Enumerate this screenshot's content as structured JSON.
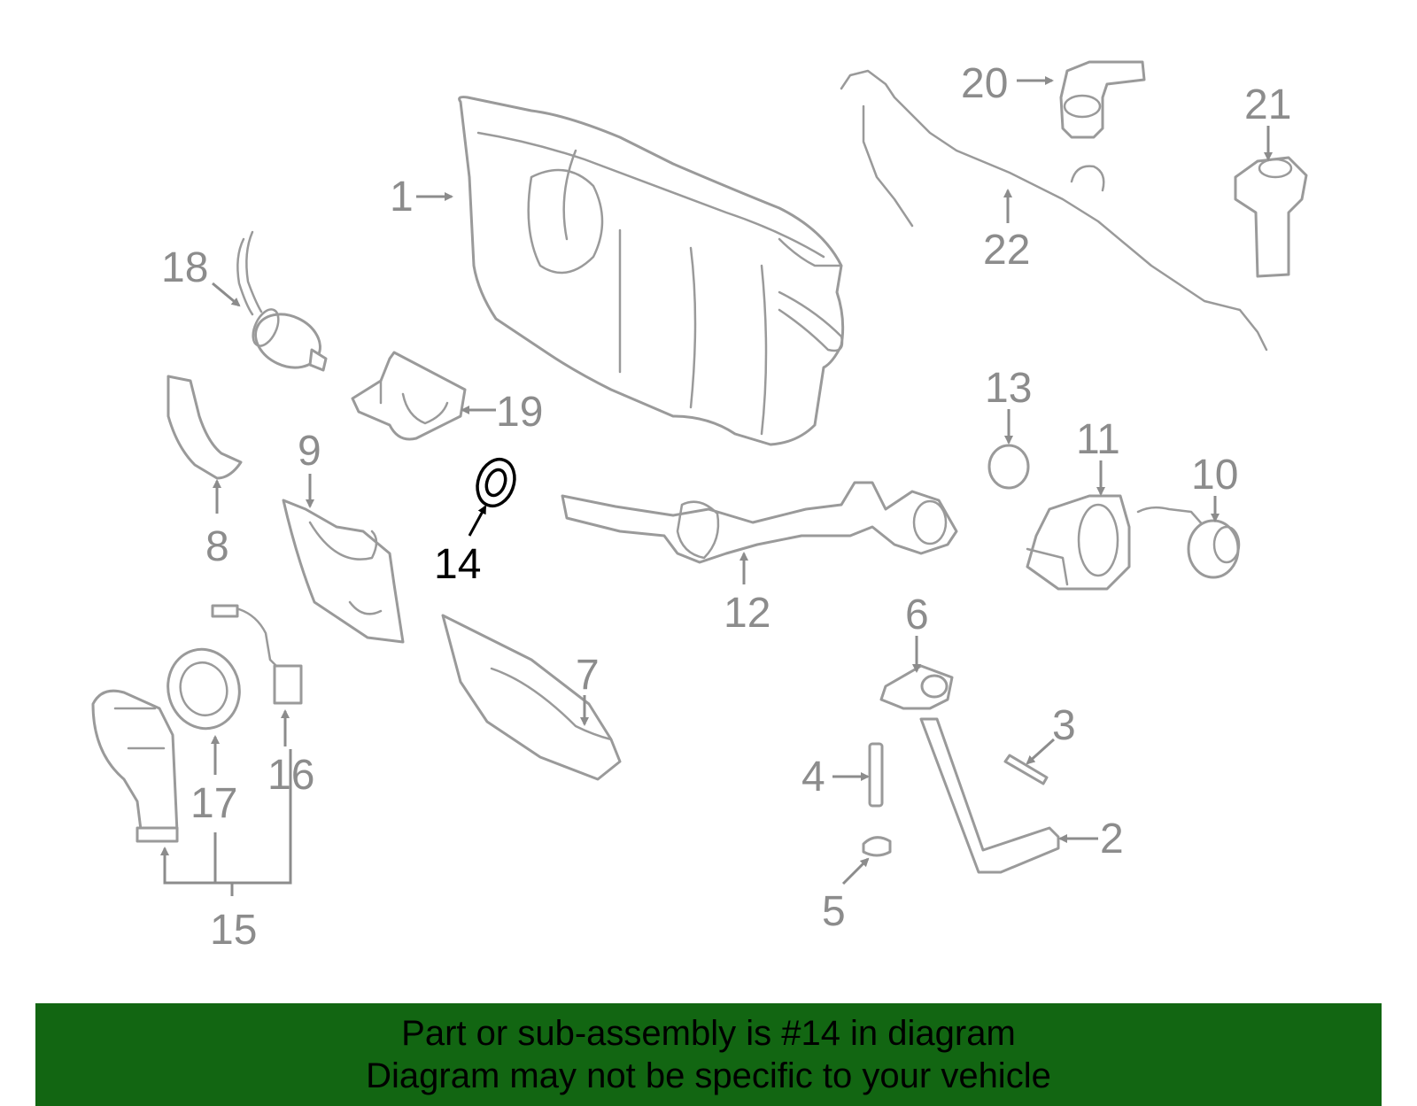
{
  "diagram": {
    "callouts": {
      "c1": "1",
      "c2": "2",
      "c3": "3",
      "c4": "4",
      "c5": "5",
      "c6": "6",
      "c7": "7",
      "c8": "8",
      "c9": "9",
      "c10": "10",
      "c11": "11",
      "c12": "12",
      "c13": "13",
      "c14": "14",
      "c15": "15",
      "c16": "16",
      "c17": "17",
      "c18": "18",
      "c19": "19",
      "c20": "20",
      "c21": "21",
      "c22": "22"
    },
    "highlighted_part": "14"
  },
  "banner": {
    "line1": "Part or sub-assembly is #14 in diagram",
    "line2": "Diagram may not be specific to your vehicle",
    "background_color": "#126612"
  }
}
